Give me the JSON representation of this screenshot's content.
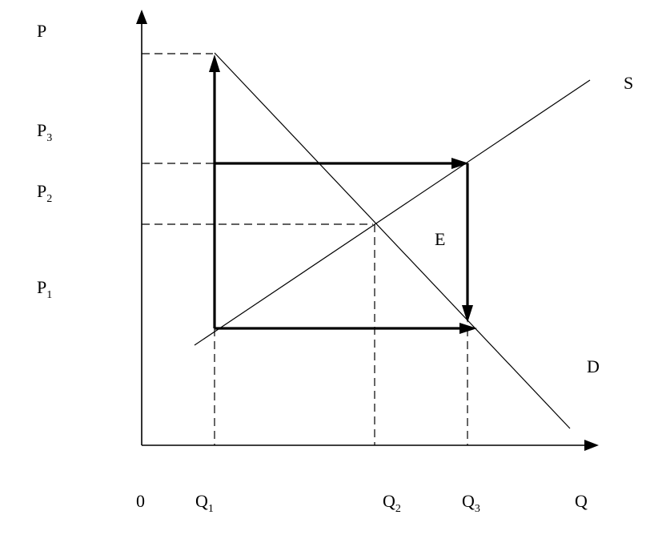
{
  "axes": {
    "y_label": "P",
    "x_label": "Q",
    "origin_label": "0"
  },
  "curves": {
    "supply_label": "S",
    "demand_label": "D",
    "equilibrium_label": "E"
  },
  "price_levels": [
    {
      "main": "P",
      "sub": "3"
    },
    {
      "main": "P",
      "sub": "2"
    },
    {
      "main": "P",
      "sub": "1"
    }
  ],
  "quantity_levels": [
    {
      "main": "Q",
      "sub": "1"
    },
    {
      "main": "Q",
      "sub": "2"
    },
    {
      "main": "Q",
      "sub": "3"
    }
  ]
}
